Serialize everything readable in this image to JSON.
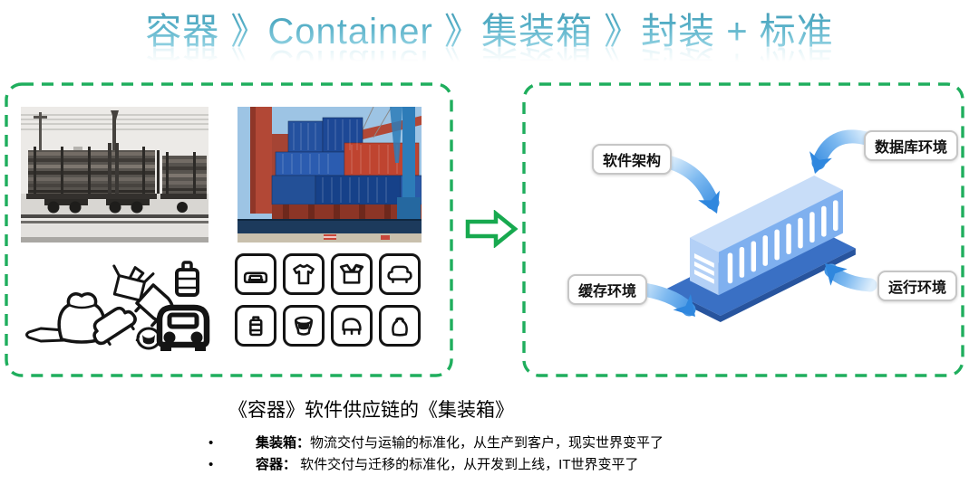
{
  "slide": {
    "title": "容器 》Container 》集装箱 》封装 + 标准"
  },
  "left_panel": {
    "photos": [
      {
        "name": "log-train-photo",
        "content": "黑白照片：铁路平板车满载原木"
      },
      {
        "name": "container-port-photo",
        "content": "彩色照片：码头堆叠的红蓝集装箱与吊机"
      }
    ],
    "doodle_pile_icons": [
      "bottle-lying",
      "sack",
      "armchair",
      "open-box",
      "piano",
      "paint-bucket",
      "car",
      "bottle"
    ],
    "icon_grid_icons": [
      "car",
      "t-shirt",
      "open-box",
      "armchair",
      "water-jug",
      "paint-bucket",
      "piano",
      "sack"
    ]
  },
  "transform_arrow": {
    "direction": "right"
  },
  "right_panel": {
    "center_illustration": "isometric-shipping-container",
    "labels": {
      "software_architecture": "软件架构",
      "database_env": "数据库环境",
      "cache_env": "缓存环境",
      "runtime_env": "运行环境"
    }
  },
  "caption": {
    "bullet_char": "•",
    "heading": "《容器》软件供应链的《集装箱》",
    "bullets": [
      {
        "term": "集装箱：",
        "text": "物流交付与运输的标准化，从生产到客户，现实世界变平了"
      },
      {
        "term": "容器：",
        "text": " 软件交付与迁移的标准化，从开发到上线，IT世界变平了"
      }
    ]
  },
  "colors": {
    "accent_green": "#1fae5d",
    "arrow_blue": "#2f87de",
    "title_teal_top": "#3f93ad",
    "title_teal_bottom": "#a6ddeb",
    "container_top": "#c8ddf8",
    "container_end": "#b3d0f6",
    "container_side": "#7fb0ef",
    "platform_blue": "#3a70c4"
  }
}
